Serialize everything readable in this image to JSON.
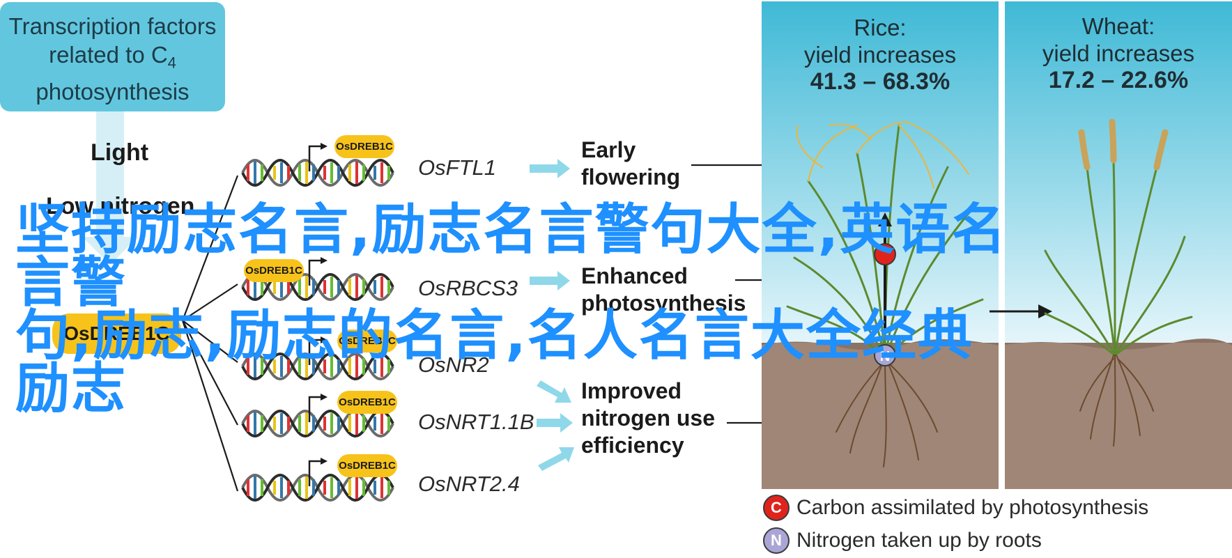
{
  "title_box": {
    "line1": "Transcription factors",
    "line2": "related to C",
    "subscript": "4",
    "line3": "photosynthesis"
  },
  "conditions": {
    "light": "Light",
    "low_nitrogen": "Low nitrogen"
  },
  "central_gene": "OsDREB1C",
  "promoter_label": "OsDREB1C",
  "target_genes": [
    "OsFTL1",
    "OsRBCS3",
    "OsNR2",
    "OsNRT1.1B",
    "OsNRT2.4"
  ],
  "outcomes": {
    "early": {
      "line1": "Early",
      "line2": "flowering"
    },
    "photo": {
      "line1": "Enhanced",
      "line2": "photosynthesis"
    },
    "nitrogen": {
      "line1": "Improved",
      "line2": "nitrogen use",
      "line3": "efficiency"
    }
  },
  "rice": {
    "name": "Rice:",
    "sub": "yield increases",
    "range": "41.3 – 68.3%"
  },
  "wheat": {
    "name": "Wheat:",
    "sub": "yield increases",
    "range": "17.2 – 22.6%"
  },
  "legend": {
    "c": {
      "letter": "C",
      "text": "Carbon assimilated by photosynthesis",
      "color": "#e0241b"
    },
    "n": {
      "letter": "N",
      "text": "Nitrogen taken up by roots",
      "color": "#a9a6d6"
    }
  },
  "colors": {
    "box": "#62c7de",
    "pill": "#f7c31a",
    "sky_top": "#3fb9d6",
    "soil": "#a08676",
    "arrow": "#8fd8ea",
    "overlay_text": "#1e90ff"
  },
  "overlay": {
    "line1": "坚持励志名言,励志名言警句大全,英语名言警",
    "line2": "句,励志,励志的名言,名人名言大全经典励志"
  }
}
